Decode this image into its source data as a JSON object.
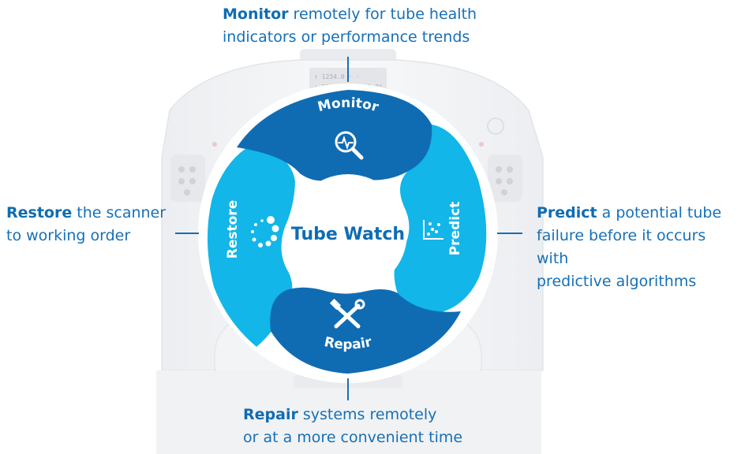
{
  "center_label": "Tube Watch",
  "segments": {
    "monitor": "Monitor",
    "predict": "Predict",
    "repair": "Repair",
    "restore": "Restore"
  },
  "callouts": {
    "monitor": {
      "bold": "Monitor",
      "line1_rest": " remotely for tube health",
      "line2": "indicators or performance trends"
    },
    "restore": {
      "bold": "Restore",
      "line1_rest": " the scanner",
      "line2": "to working order"
    },
    "predict": {
      "bold": "Predict",
      "line1_rest": " a potential tube",
      "line2": "failure before it occurs with",
      "line3": "predictive algorithms"
    },
    "repair": {
      "bold": "Repair",
      "line1_rest": " systems remotely",
      "line2": "or at a more convenient time"
    }
  },
  "display_text": {
    "line1": "↑ 1234.0 ◦ ◦",
    "line2": "↓ 12345.0 ↓ -12.0°"
  },
  "colors": {
    "dark_blue": "#0f6cb3",
    "light_blue": "#12b6e8",
    "text_blue": "#1670b7",
    "scanner": "#f2f3f5"
  },
  "icons": {
    "monitor": "magnifier-pulse-icon",
    "predict": "scatter-chart-icon",
    "repair": "tools-icon",
    "restore": "loading-dots-icon"
  }
}
